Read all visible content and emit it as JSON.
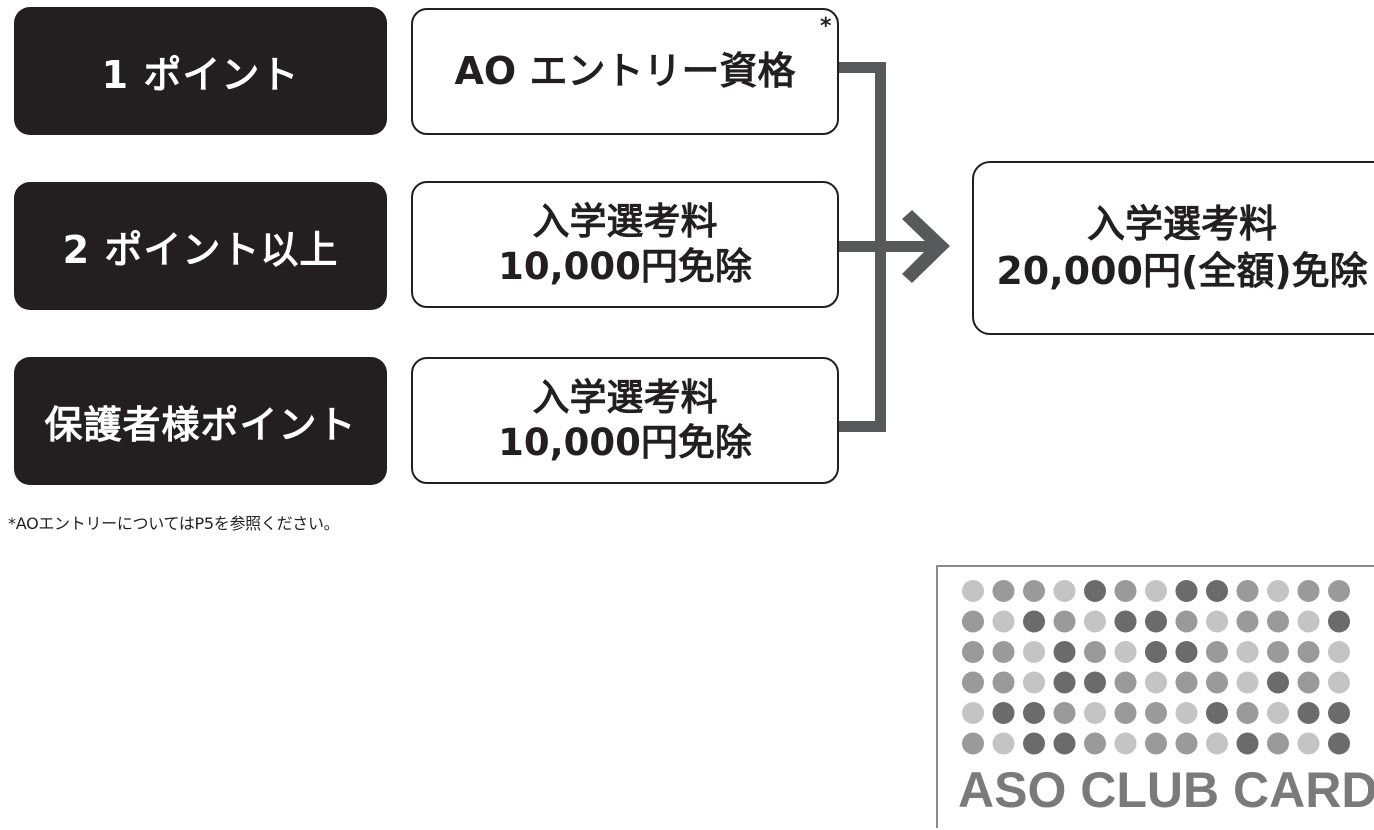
{
  "rows": [
    {
      "points": "1 ポイント",
      "benefit_lines": [
        "AO エントリー資格"
      ],
      "footnote_mark": "*"
    },
    {
      "points": "2 ポイント以上",
      "benefit_lines": [
        "入学選考料",
        "10,000円免除"
      ]
    },
    {
      "points": "保護者様ポイント",
      "benefit_lines": [
        "入学選考料",
        "10,000円免除"
      ]
    }
  ],
  "result": {
    "lines": [
      "入学選考料",
      "20,000円(全額)免除"
    ]
  },
  "footnote": "*AOエントリーについてはP5を参照ください。",
  "card": {
    "title": "ASO CLUB CARD",
    "dot_colors": {
      "light": "#c4c4c4",
      "mid": "#9a9a9a",
      "dark": "#6b6b6b"
    },
    "dot_pattern": [
      "LMMLDMLDDMLMM",
      "MLDMLDDMLMMLD",
      "MMLDMLDDMLMML",
      "MMLDDMLMMLDML",
      "LDDMLMMLDMLDD",
      "MLDDMLMMLDMLD"
    ]
  },
  "colors": {
    "dark": "#231f20",
    "connector": "#58595b"
  }
}
